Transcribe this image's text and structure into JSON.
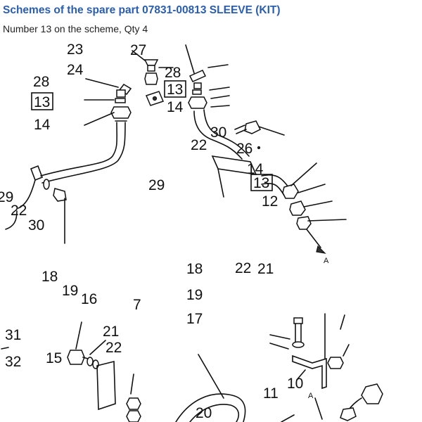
{
  "page": {
    "title": "Schemes of the spare part 07831-00813 SLEEVE (KIT)",
    "subtitle": "Number 13 on the scheme, Qty 4"
  },
  "scheme": {
    "highlight_number": "13",
    "callouts": {
      "c23": "23",
      "c27": "27",
      "c24": "24",
      "c28a": "28",
      "c28b": "28",
      "c13a": "13",
      "c13b": "13",
      "c13c": "13",
      "c14a": "14",
      "c14b": "14",
      "c14c": "14",
      "c30a": "30",
      "c22a": "22",
      "c26": "26",
      "c29a": "29",
      "c29b": "29",
      "c22b": "22",
      "c30b": "30",
      "c12": "12",
      "c18a": "18",
      "c18b": "18",
      "c22c": "22",
      "c21a": "21",
      "c19a": "19",
      "c16": "16",
      "c7": "7",
      "c19b": "19",
      "c17": "17",
      "c31": "31",
      "c32": "32",
      "c21b": "21",
      "c22d": "22",
      "c15": "15",
      "c10": "10",
      "c11": "11",
      "c20": "20",
      "arrowA1": "A",
      "arrowA2": "A"
    }
  }
}
